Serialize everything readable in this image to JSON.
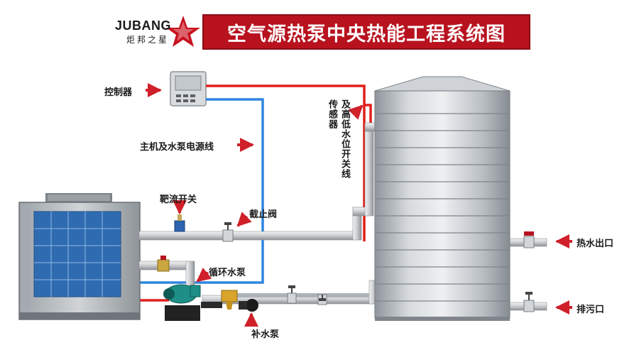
{
  "brand": {
    "name": "JUBANG",
    "sub": "炬邦之星",
    "star_color": "#c8101e"
  },
  "title": "空气源热泵中央热能工程系统图",
  "colors": {
    "banner": "#b8121f",
    "hot_pipe": "#e0201b",
    "power_line": "#2e86e0",
    "arrow": "#d0202a"
  },
  "labels": {
    "controller": "控制器",
    "power_line": "主机及水泵电源线",
    "target_switch": "靶流开关",
    "shutoff_valve": "截止阀",
    "circ_pump": "循环水泵",
    "makeup_pump": "补水泵",
    "sensor_a": "传感器",
    "sensor_b": "及高低水位开关线",
    "hot_outlet": "热水出口",
    "drain": "排污口"
  }
}
